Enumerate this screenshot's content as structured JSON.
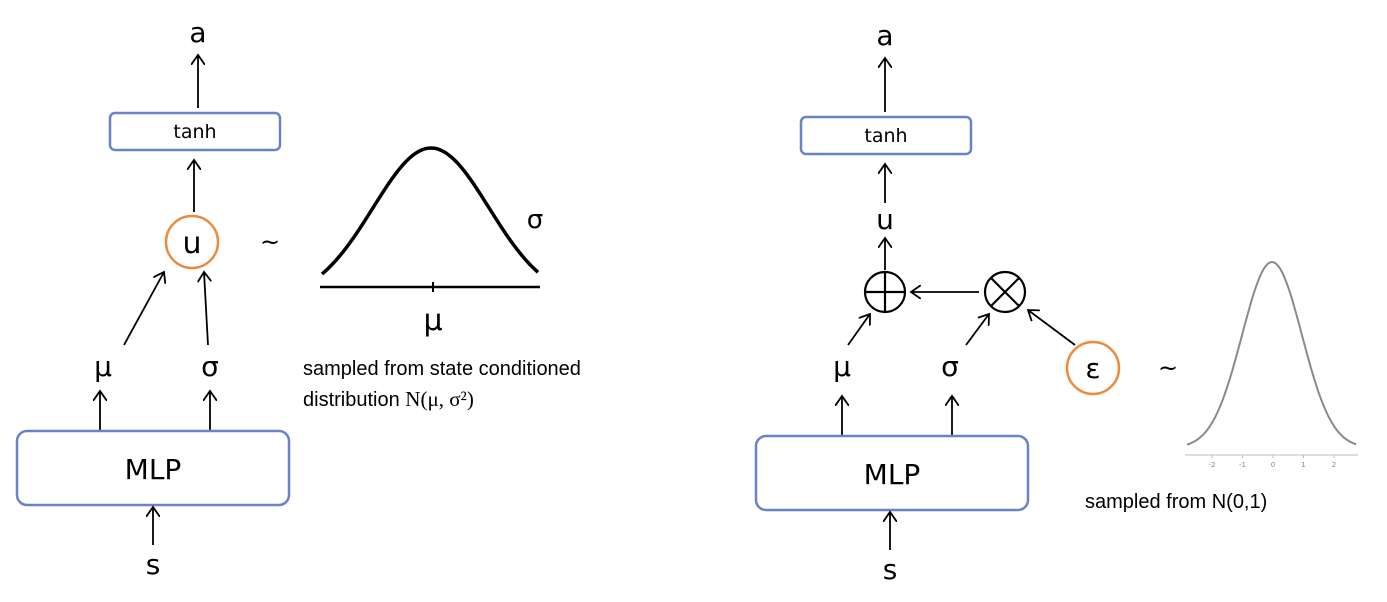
{
  "left": {
    "output": "a",
    "tanh": "tanh",
    "u": "u",
    "tilde": "~",
    "sigma_curve": "σ",
    "mu_axis": "μ",
    "mu": "μ",
    "sigma": "σ",
    "mlp": "MLP",
    "input": "s",
    "caption_line1": "sampled from state conditioned",
    "caption_line2_prefix": "distribution",
    "caption_math": "N(μ, σ²)"
  },
  "right": {
    "output": "a",
    "tanh": "tanh",
    "u": "u",
    "plus_op": "⊕",
    "times_op": "⊗",
    "epsilon": "ε",
    "tilde": "~",
    "mu": "μ",
    "sigma": "σ",
    "mlp": "MLP",
    "input": "s",
    "axis_ticks": [
      "-2",
      "-1",
      "0",
      "1",
      "2"
    ],
    "caption": "sampled from N(0,1)"
  },
  "colors": {
    "box_border": "#6b83c6",
    "circle_border": "#ed8a3c",
    "std_normal_curve": "#8a8a8a"
  }
}
